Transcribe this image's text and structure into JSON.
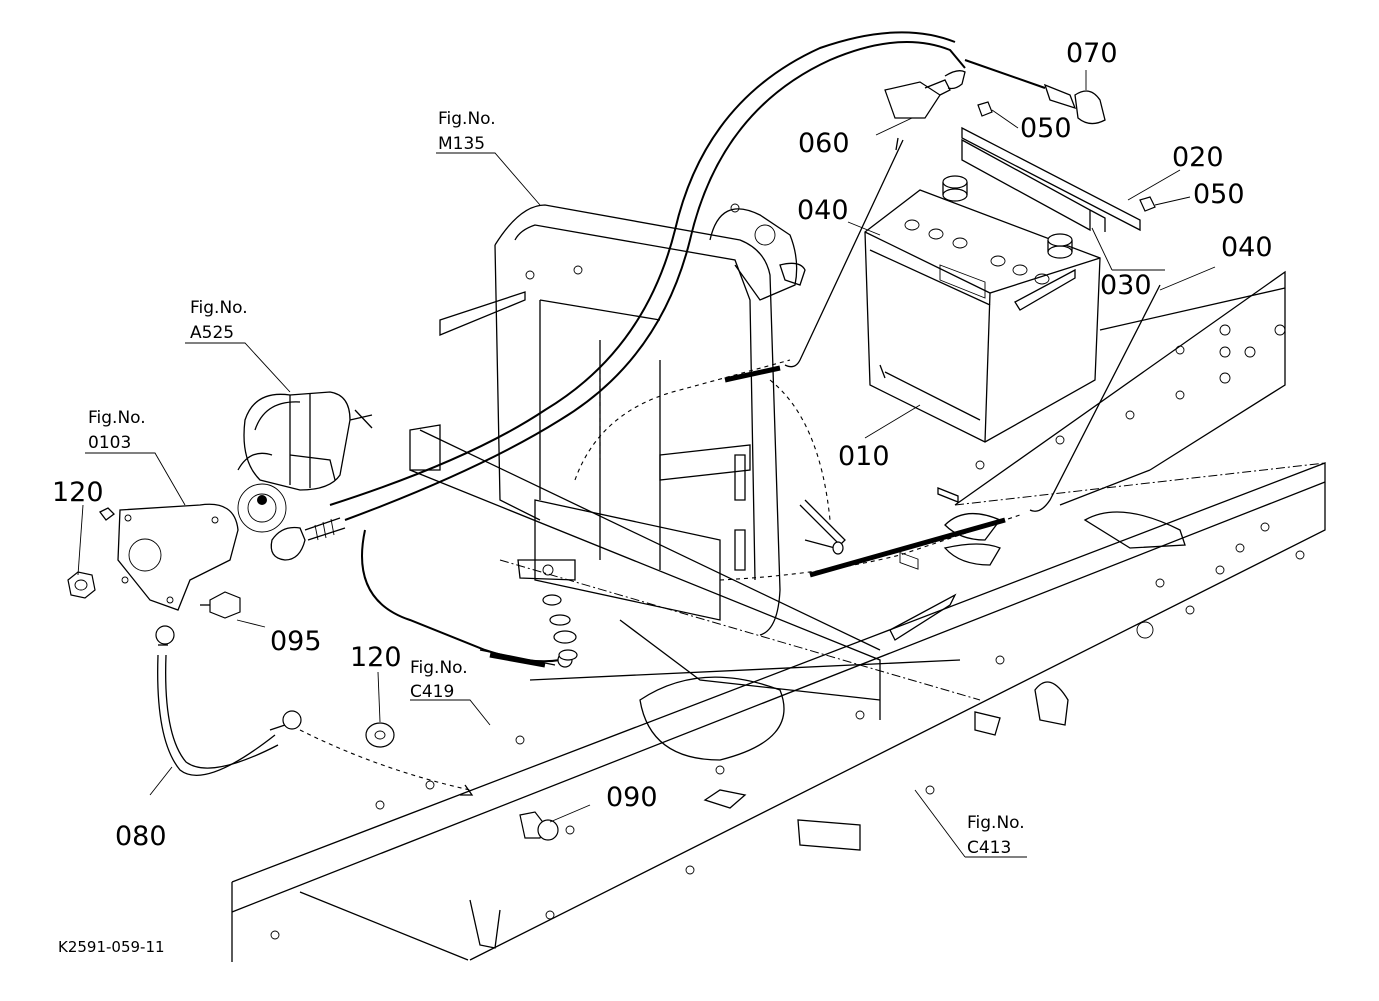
{
  "labels": {
    "p010": "010",
    "p020": "020",
    "p030": "030",
    "p040a": "040",
    "p040b": "040",
    "p050a": "050",
    "p050b": "050",
    "p060": "060",
    "p070": "070",
    "p080": "080",
    "p090": "090",
    "p095": "095",
    "p120a": "120",
    "p120b": "120"
  },
  "fig_refs": {
    "m135": {
      "title": "Fig.No.",
      "code": "M135"
    },
    "a525": {
      "title": "Fig.No.",
      "code": "A525"
    },
    "r0103": {
      "title": "Fig.No.",
      "code": "0103"
    },
    "c419": {
      "title": "Fig.No.",
      "code": "C419"
    },
    "c413": {
      "title": "Fig.No.",
      "code": "C413"
    }
  },
  "document_id": "K2591-059-11"
}
